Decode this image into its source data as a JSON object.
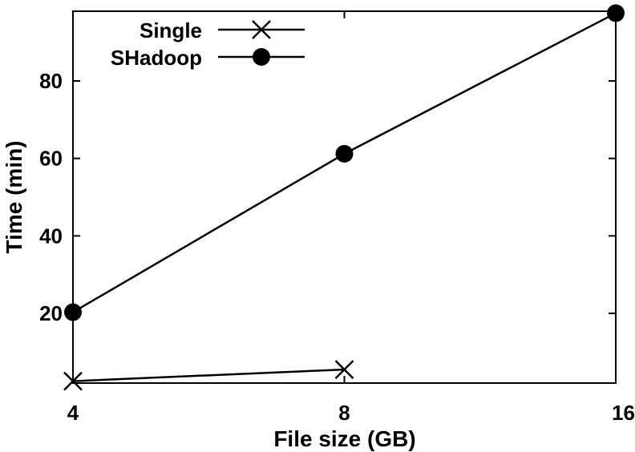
{
  "chart_data": {
    "type": "line",
    "xlabel": "File size (GB)",
    "ylabel": "Time (min)",
    "x_ticks": [
      "4",
      "8",
      "16"
    ],
    "y_ticks": [
      "20",
      "40",
      "60",
      "80"
    ],
    "xlim": [
      4,
      16
    ],
    "ylim": [
      2,
      98
    ],
    "grid": false,
    "legend_position": "top-left",
    "series": [
      {
        "name": "Single",
        "marker": "x",
        "color": "#000000",
        "x": [
          4,
          8
        ],
        "y": [
          2.5,
          5.5
        ]
      },
      {
        "name": "SHadoop",
        "marker": "circle",
        "color": "#000000",
        "x": [
          4,
          8,
          16
        ],
        "y": [
          20.3,
          61.2,
          97.5
        ]
      }
    ]
  }
}
